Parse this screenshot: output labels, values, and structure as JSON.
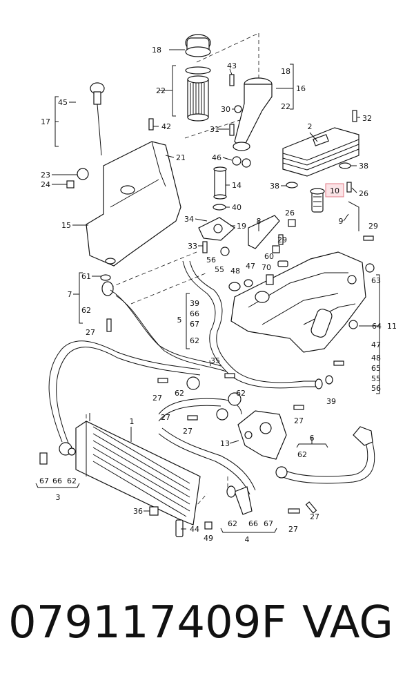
{
  "callouts": [
    "18",
    "22",
    "43",
    "18",
    "16",
    "22",
    "30",
    "31",
    "32",
    "2",
    "45",
    "17",
    "42",
    "21",
    "46",
    "14",
    "38",
    "38",
    "10",
    "26",
    "23",
    "24",
    "40",
    "15",
    "34",
    "19",
    "8",
    "26",
    "29",
    "9",
    "29",
    "33",
    "56",
    "55",
    "48",
    "47",
    "70",
    "60",
    "63",
    "61",
    "7",
    "62",
    "39",
    "66",
    "5",
    "67",
    "62",
    "64",
    "11",
    "47",
    "48",
    "65",
    "55",
    "56",
    "27",
    "35",
    "62",
    "27",
    "62",
    "39",
    "27",
    "27",
    "1",
    "13",
    "6",
    "62",
    "67",
    "66",
    "62",
    "3",
    "36",
    "44",
    "49",
    "62",
    "66",
    "67",
    "27",
    "4",
    "27",
    "27"
  ],
  "highlight": "10",
  "part_number": "079117409F",
  "brand": "VAG"
}
